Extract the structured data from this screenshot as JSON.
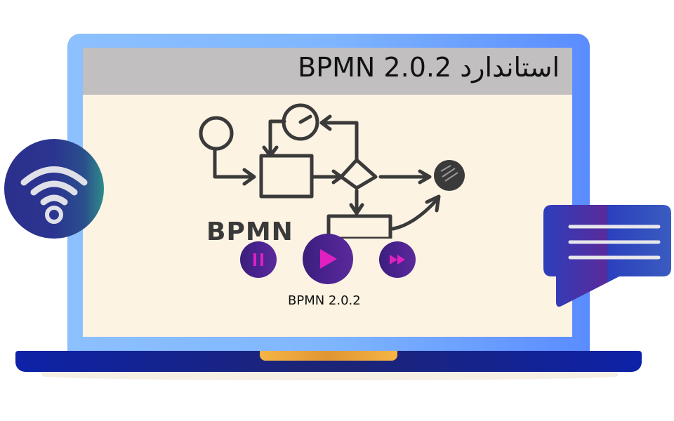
{
  "header": {
    "title": "استاندارد BPMN 2.0.2"
  },
  "diagram": {
    "logo_text": "BPMN",
    "caption": "BPMN 2.0.2",
    "elements": [
      "start-event",
      "task",
      "timer-event",
      "gateway",
      "end-event",
      "task"
    ]
  },
  "media_controls": [
    {
      "name": "pause",
      "icon": "pause-icon"
    },
    {
      "name": "play",
      "icon": "play-icon"
    },
    {
      "name": "fast-forward",
      "icon": "fast-forward-icon"
    }
  ],
  "icons": {
    "wifi": "wifi-icon",
    "chat": "chat-bubble-icon"
  },
  "colors": {
    "frame_blue": "#7fb6ff",
    "screen_bg": "#fdf3e3",
    "header_gray": "#c1bfbf",
    "base_navy": "#1c2478",
    "accent_orange": "#f6b545",
    "control_purple": "#4b2390",
    "control_pink": "#e020c0"
  }
}
